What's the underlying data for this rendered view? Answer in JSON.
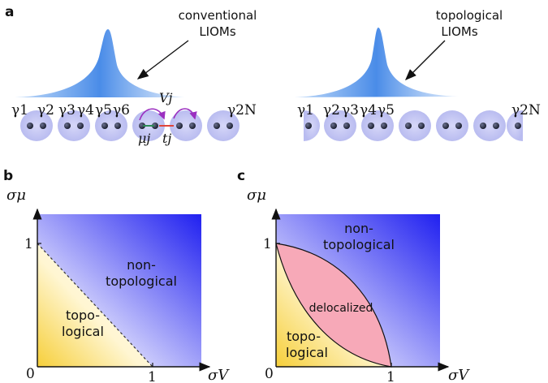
{
  "panel_a": {
    "label": "a",
    "left": {
      "callout_line1": "conventional",
      "callout_line2": "LIOMs",
      "gammas": [
        "γ1",
        "γ2",
        "γ3",
        "γ4",
        "γ5",
        "γ6"
      ],
      "gamma_end": "γ2N",
      "coupling_V": "Vj",
      "coupling_mu": "μj",
      "coupling_t": "tj"
    },
    "right": {
      "callout_line1": "topological",
      "callout_line2": "LIOMs",
      "gammas": [
        "γ1",
        "γ2",
        "γ3",
        "γ4",
        "γ5"
      ],
      "gamma_end": "γ2N"
    }
  },
  "panel_b": {
    "label": "b",
    "y_axis": "σμ",
    "x_axis": "σV",
    "origin": "0",
    "x_tick": "1",
    "y_tick": "1",
    "region_topo_line1": "topo-",
    "region_topo_line2": "logical",
    "region_nontopo_line1": "non-",
    "region_nontopo_line2": "topological"
  },
  "panel_c": {
    "label": "c",
    "y_axis": "σμ",
    "x_axis": "σV",
    "origin": "0",
    "x_tick": "1",
    "y_tick": "1",
    "region_topo_line1": "topo-",
    "region_topo_line2": "logical",
    "region_nontopo_line1": "non-",
    "region_nontopo_line2": "topological",
    "region_deloc": "delocalized"
  },
  "colors": {
    "site_fill": "#c7c9f5",
    "dot": "#2a2f45",
    "liom_peak": "#4f8fe8",
    "nontopo": "#2b2bf0",
    "topo": "#f7d24a",
    "delocalized": "#f7a9b8",
    "hop_arrow": "#9b2fc0",
    "mu_arrow": "#2e8b57",
    "t_arrow": "#e0453a"
  }
}
